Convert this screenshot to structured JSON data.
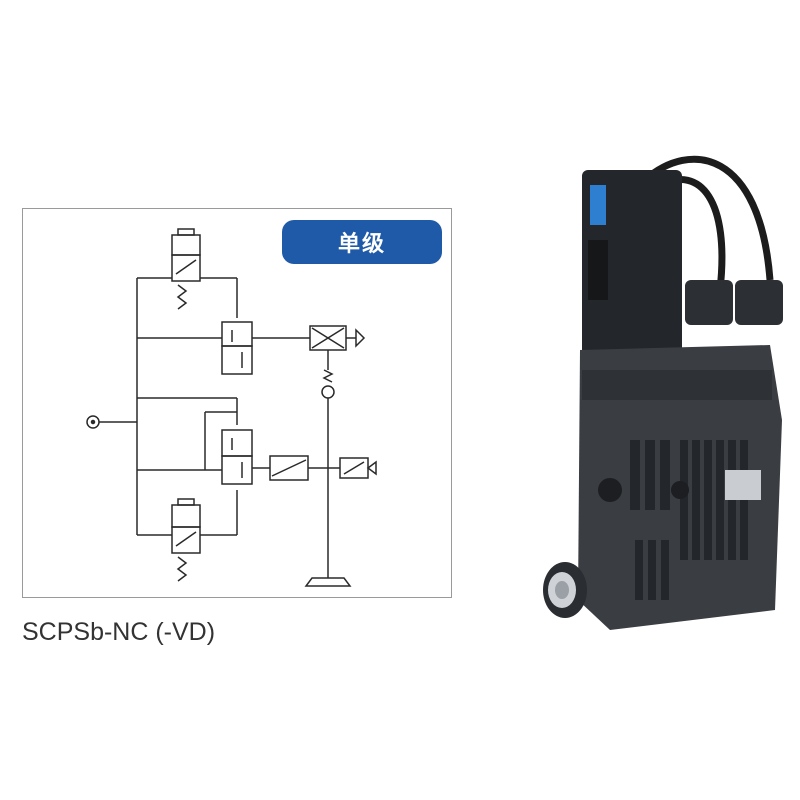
{
  "badge": {
    "label": "单级"
  },
  "caption": {
    "text": "SCPSb-NC (-VD)"
  },
  "colors": {
    "badge_bg": "#1e5aa8",
    "line": "#2a2a2a",
    "product_body": "#3a3d42",
    "product_dark": "#23262a",
    "accent_blue": "#2f7fd0"
  },
  "icons": [
    "pneumatic-schematic",
    "vacuum-ejector-product"
  ]
}
